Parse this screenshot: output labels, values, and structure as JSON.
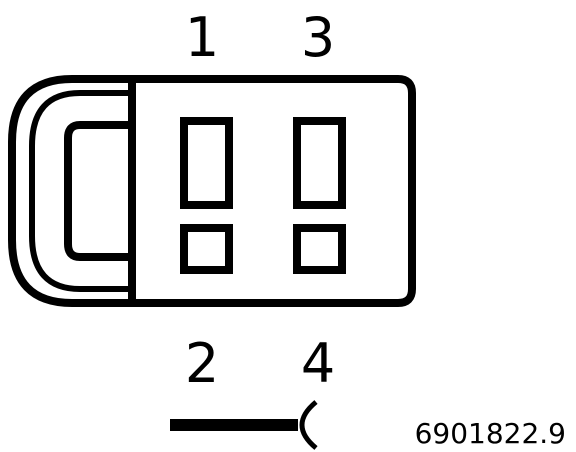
{
  "connector": {
    "pins": [
      {
        "number": "1"
      },
      {
        "number": "2"
      },
      {
        "number": "3"
      },
      {
        "number": "4"
      }
    ]
  },
  "reference_code": "6901822.9",
  "colors": {
    "ink": "#000000",
    "background": "#ffffff"
  },
  "icons": {
    "wire_symbol": "wire-to-connector-symbol"
  }
}
